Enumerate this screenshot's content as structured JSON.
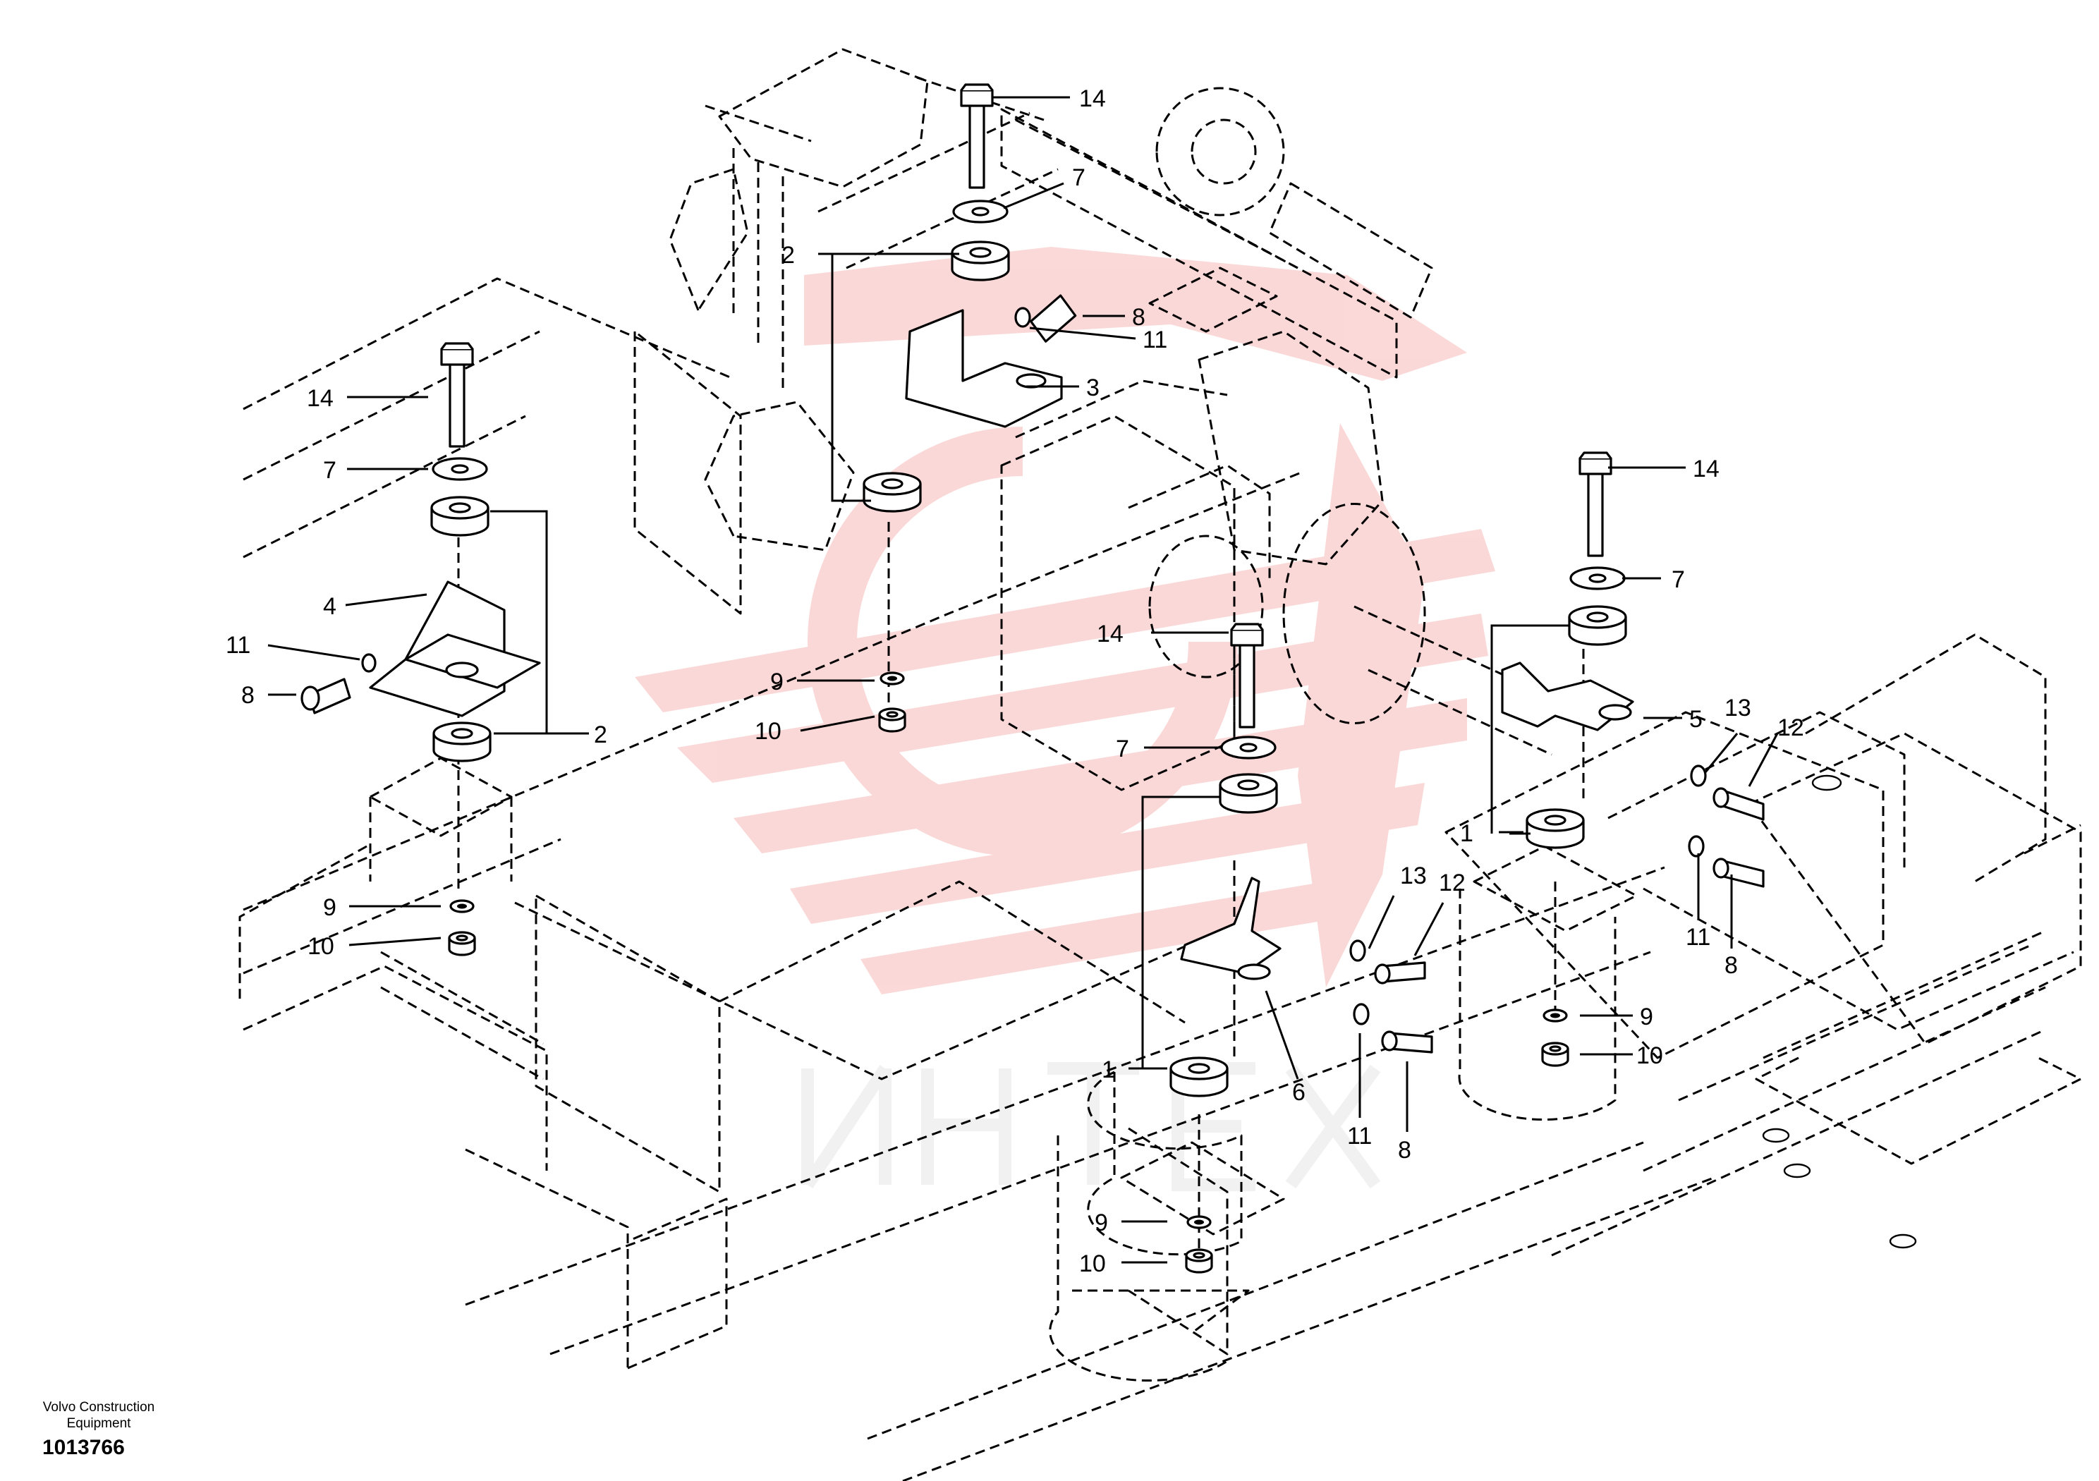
{
  "watermark": {
    "text": "ИНТЕХ",
    "logo": "intex-logo-watermark",
    "logo_color": "#e8413c",
    "text_color": "#d9d9d9"
  },
  "callouts": [
    {
      "label": "14"
    },
    {
      "label": "7"
    },
    {
      "label": "2"
    },
    {
      "label": "8"
    },
    {
      "label": "11"
    },
    {
      "label": "3"
    },
    {
      "label": "14"
    },
    {
      "label": "7"
    },
    {
      "label": "4"
    },
    {
      "label": "11"
    },
    {
      "label": "8"
    },
    {
      "label": "2"
    },
    {
      "label": "9"
    },
    {
      "label": "10"
    },
    {
      "label": "9"
    },
    {
      "label": "10"
    },
    {
      "label": "14"
    },
    {
      "label": "7"
    },
    {
      "label": "1"
    },
    {
      "label": "6"
    },
    {
      "label": "13"
    },
    {
      "label": "12"
    },
    {
      "label": "11"
    },
    {
      "label": "8"
    },
    {
      "label": "9"
    },
    {
      "label": "10"
    },
    {
      "label": "14"
    },
    {
      "label": "7"
    },
    {
      "label": "5"
    },
    {
      "label": "13"
    },
    {
      "label": "12"
    },
    {
      "label": "1"
    },
    {
      "label": "11"
    },
    {
      "label": "8"
    },
    {
      "label": "9"
    },
    {
      "label": "10"
    }
  ],
  "footer": {
    "company_line1": "Volvo Construction",
    "company_line2": "Equipment",
    "document_number": "1013766"
  }
}
